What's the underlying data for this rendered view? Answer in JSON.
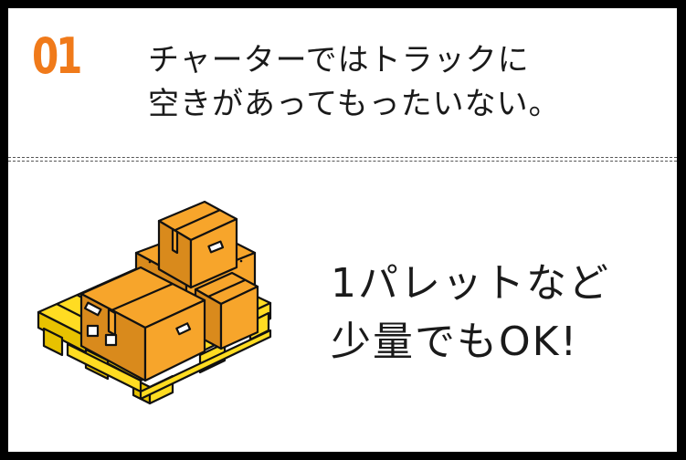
{
  "number": "01",
  "headline": {
    "line1": "チャーターではトラックに",
    "line2": "空きがあってもったいない。"
  },
  "message": {
    "line1": "1パレットなど",
    "line2": "少量でもOK!"
  },
  "illustration": {
    "icon": "boxes-on-pallet-icon"
  },
  "colors": {
    "accent": "#f07a1a",
    "box": "#f7a52b",
    "box_dark": "#d98a1c",
    "pallet": "#ffdc22",
    "pallet_dark": "#e8c200"
  }
}
